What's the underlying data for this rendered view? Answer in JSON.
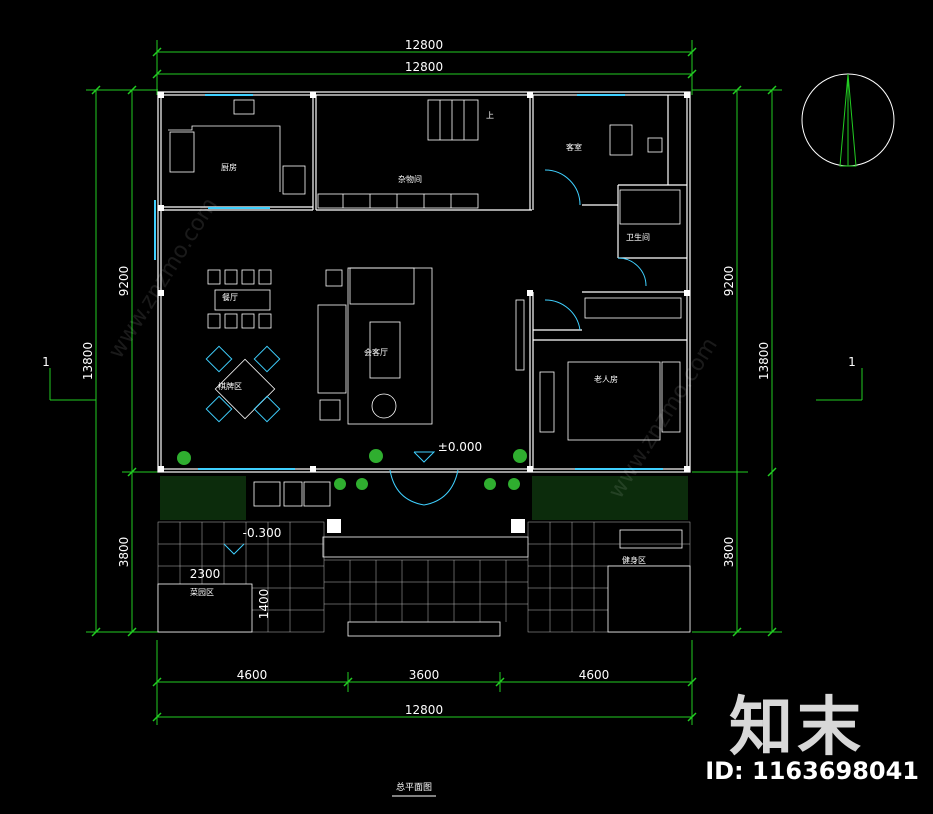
{
  "dimensions": {
    "top_total_1": "12800",
    "top_total_2": "12800",
    "bottom_left": "4600",
    "bottom_mid": "3600",
    "bottom_right": "4600",
    "bottom_total": "12800",
    "left_upper": "9200",
    "left_total": "13800",
    "left_lower": "3800",
    "right_upper": "9200",
    "right_total": "13800",
    "right_lower": "3800",
    "patio_width": "2300",
    "patio_depth": "1400"
  },
  "levels": {
    "floor": "±0.000",
    "terrace": "-0.300"
  },
  "rooms": {
    "kitchen": "厨房",
    "storage": "杂物间",
    "bedroom": "客室",
    "bathroom": "卫生间",
    "dining": "餐厅",
    "living": "会客厅",
    "chess": "棋牌区",
    "elder_bedroom": "老人房",
    "stairs_up": "上",
    "garden": "菜园区",
    "fitness": "健身区"
  },
  "section_mark": {
    "left": "1",
    "right": "1"
  },
  "drawing_title": "总平面图",
  "watermark": {
    "site": "www.znzmo.com",
    "brand": "知末",
    "id": "ID: 1163698041"
  }
}
